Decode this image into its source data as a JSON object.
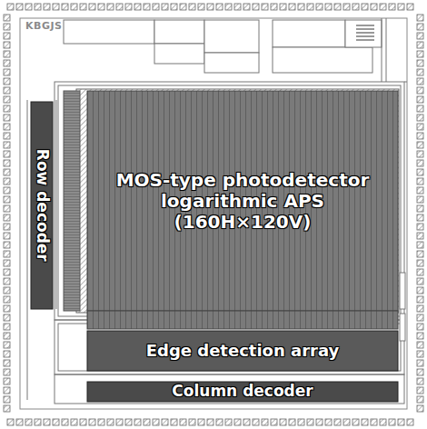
{
  "diagram": {
    "nodes": [
      {
        "text": [
          "Row decoder"
        ]
      },
      {
        "text": [
          "MOS-type photodetector logarithmic APS (160H×120V)"
        ]
      },
      {
        "text": [
          "Edge detection array"
        ]
      },
      {
        "text": [
          "Column decoder"
        ]
      }
    ],
    "labels": [
      "KBGJS"
    ]
  }
}
